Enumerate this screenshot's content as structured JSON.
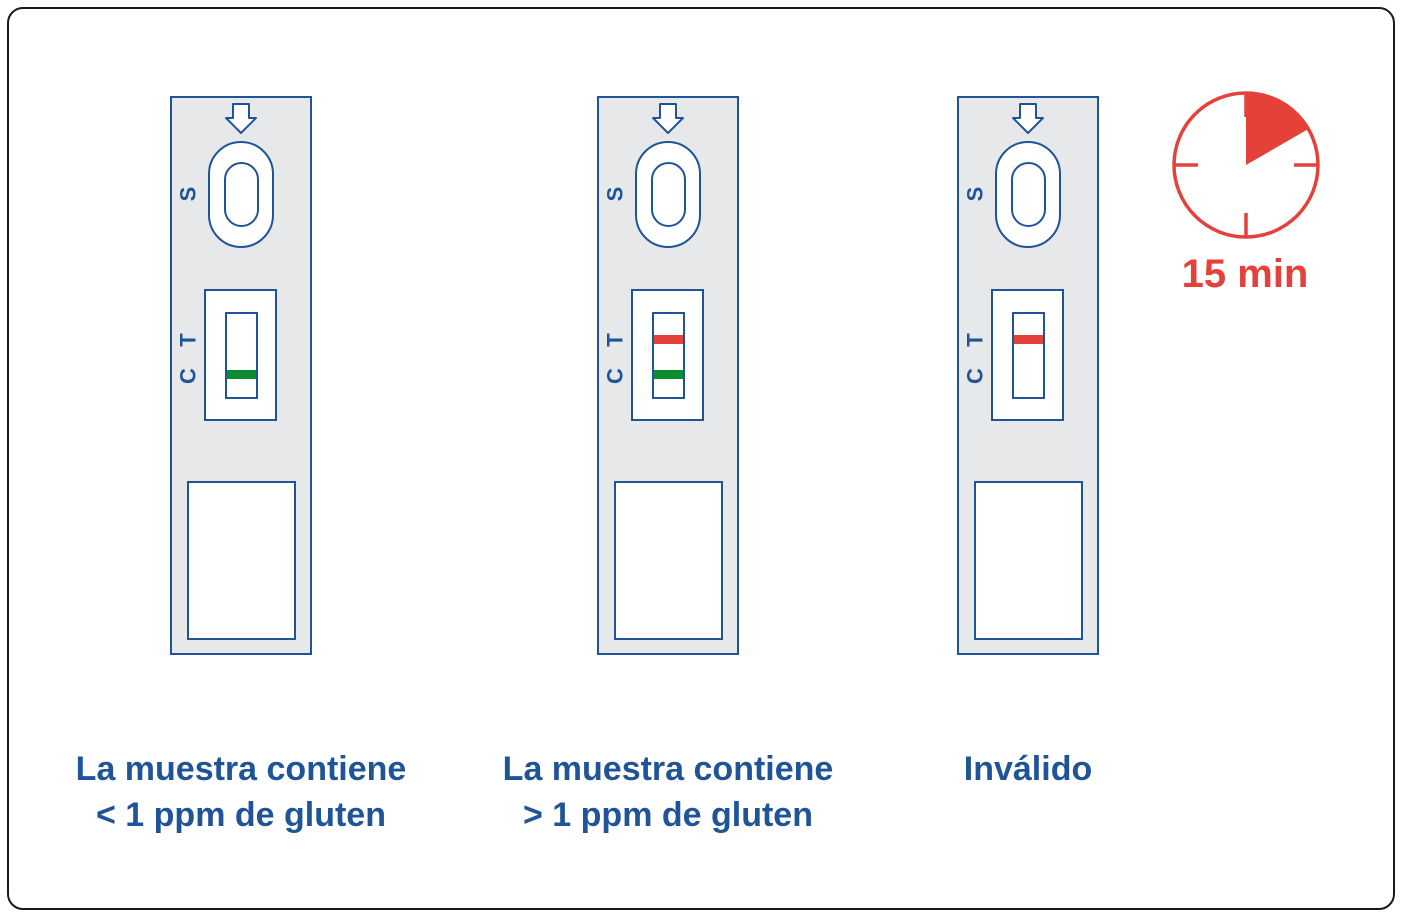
{
  "colors": {
    "strip_outline": "#1f5499",
    "strip_fill": "#e7e8ea",
    "control_line": "#0e8a2f",
    "test_line": "#e5413b",
    "timer": "#e5413b",
    "caption": "#1f5499"
  },
  "strip_labels": {
    "sample": "S",
    "control": "C",
    "test": "T"
  },
  "strips": [
    {
      "id": "negative",
      "control_line": true,
      "test_line": false,
      "caption_line1": "La muestra contiene",
      "caption_line2": "< 1 ppm de gluten"
    },
    {
      "id": "positive",
      "control_line": true,
      "test_line": true,
      "caption_line1": "La muestra contiene",
      "caption_line2": "> 1 ppm de gluten"
    },
    {
      "id": "invalid",
      "control_line": false,
      "test_line": true,
      "caption_line1": "Inválido",
      "caption_line2": ""
    }
  ],
  "timer": {
    "label": "15 min",
    "icon": "stopwatch-icon",
    "elapsed_fraction": 0.1667
  }
}
